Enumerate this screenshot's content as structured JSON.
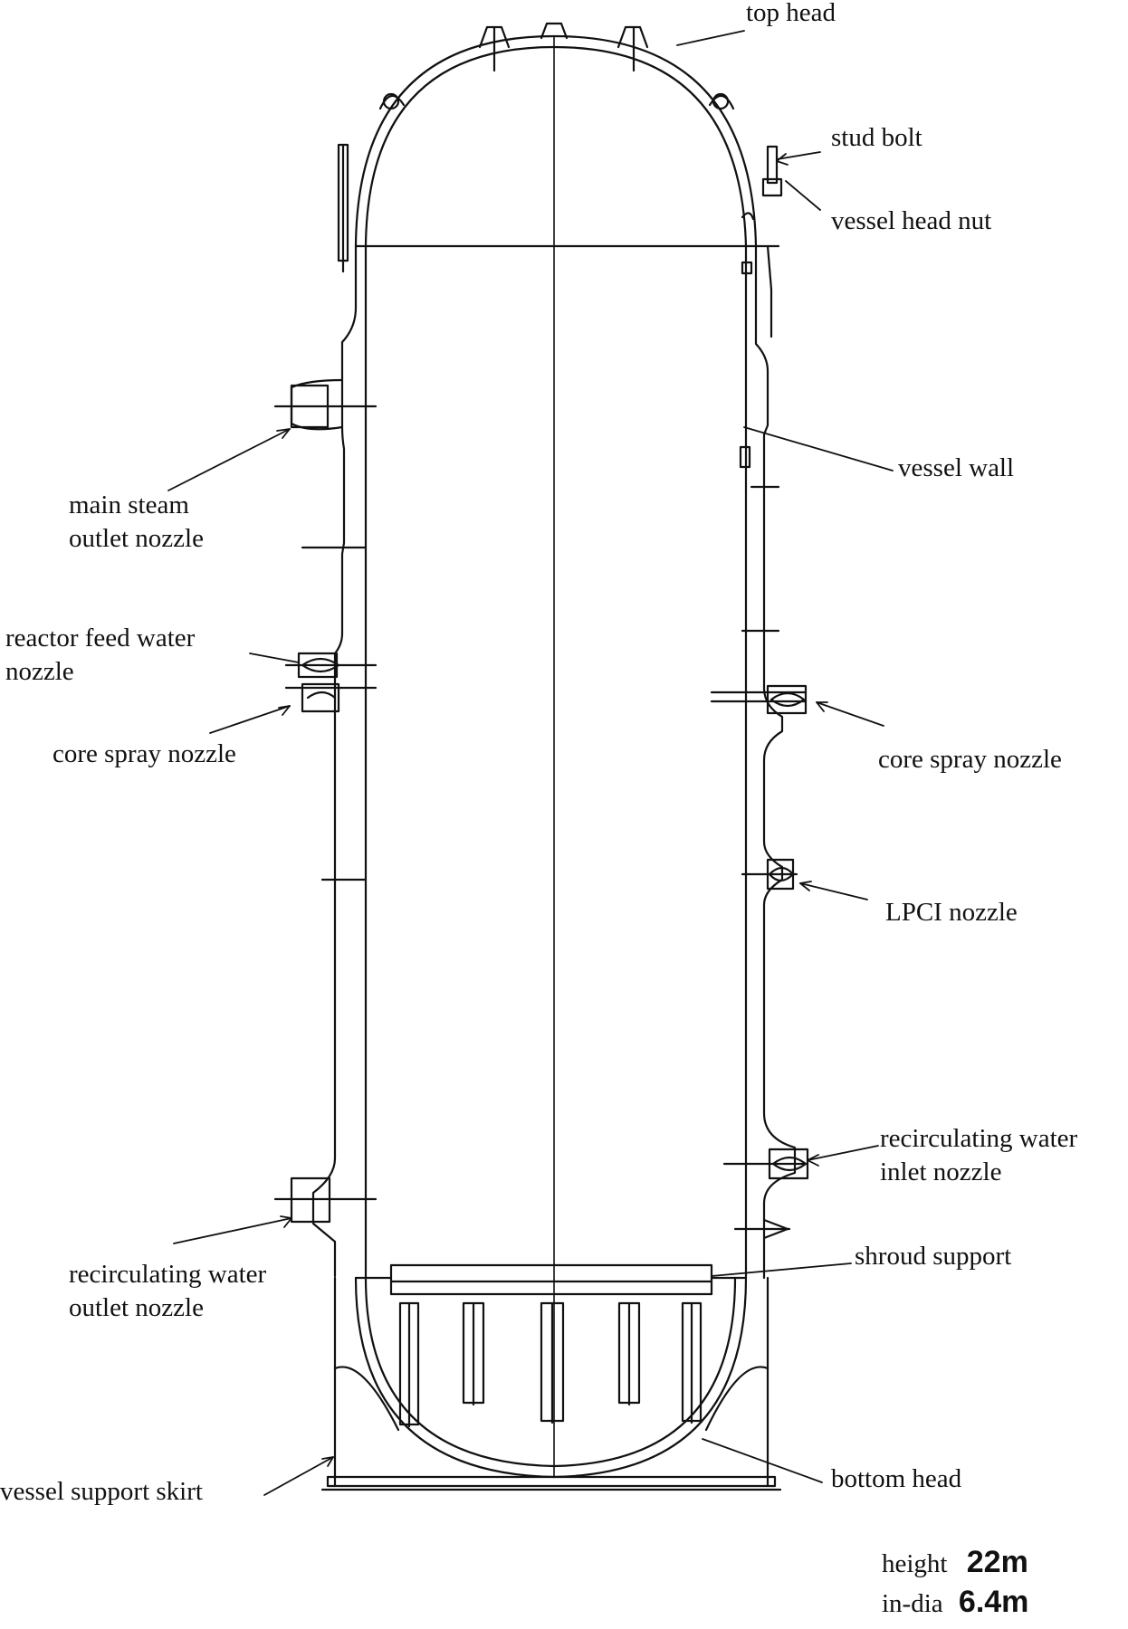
{
  "labels": {
    "top_head": "top head",
    "stud_bolt": "stud bolt",
    "vessel_head_nut": "vessel head nut",
    "vessel_wall": "vessel wall",
    "main_steam_outlet_nozzle": [
      "main steam",
      "outlet nozzle"
    ],
    "reactor_feed_water_nozzle": [
      "reactor feed water",
      "nozzle"
    ],
    "core_spray_nozzle_left": "core spray nozzle",
    "core_spray_nozzle_right": "core spray nozzle",
    "lpci_nozzle": "LPCI nozzle",
    "recirculating_water_inlet_nozzle": [
      "recirculating water",
      "inlet nozzle"
    ],
    "shroud_support": "shroud support",
    "recirculating_water_outlet_nozzle": [
      "recirculating water",
      "outlet nozzle"
    ],
    "vessel_support_skirt": "vessel support skirt",
    "bottom_head": "bottom head"
  },
  "specs": {
    "height_label": "height",
    "height_value": "22m",
    "india_label": "in-dia",
    "india_value": "6.4m"
  }
}
